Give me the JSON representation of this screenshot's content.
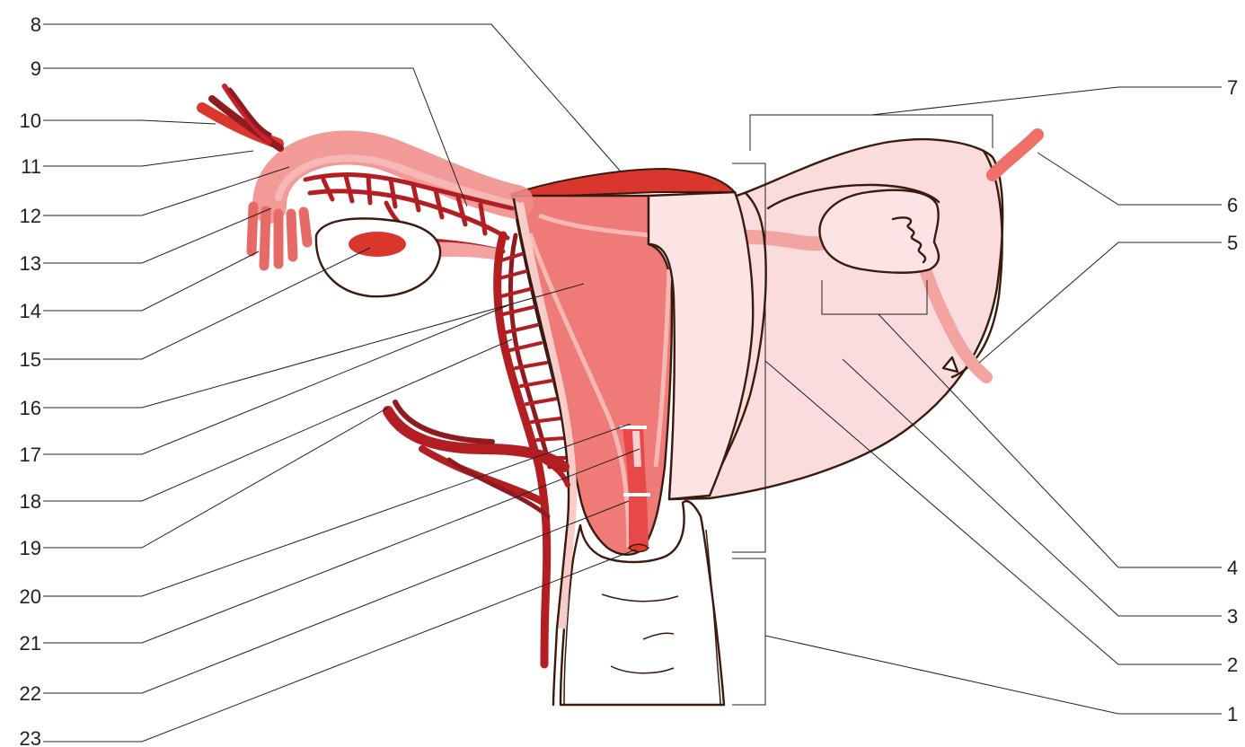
{
  "labels": {
    "left": [
      "8",
      "9",
      "10",
      "11",
      "12",
      "13",
      "14",
      "15",
      "16",
      "17",
      "18",
      "19",
      "20",
      "21",
      "22",
      "23"
    ],
    "right": [
      "7",
      "6",
      "5",
      "4",
      "3",
      "2",
      "1"
    ]
  },
  "colors": {
    "artery": "#c8232c",
    "artery_dark": "#8e1b1f",
    "uterus_wall": "#ef7b78",
    "peritoneum": "#fadcdc",
    "tube": "#f08c89",
    "ovary_spot": "#d9372e",
    "outline": "#3a1a0f",
    "line": "#231f20"
  }
}
